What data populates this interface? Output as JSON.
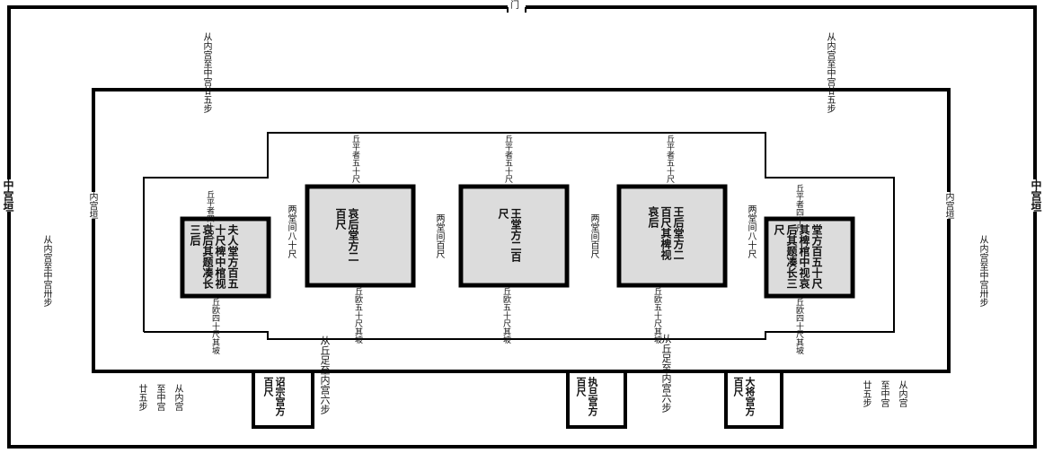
{
  "labels": {
    "outer_left": "中宫垣",
    "outer_right": "中宫垣",
    "inner_left": "内宫垣",
    "inner_right": "内宫垣",
    "men": "门",
    "pos_left_a": "从内宫",
    "pos_left_b": "至中宫",
    "pos_left_c": "廿五步",
    "pos_right_a": "从内宫",
    "pos_right_b": "至中宫",
    "pos_right_c": "廿五步",
    "top_left_a": "从内宫至中宫廿五步",
    "top_right_a": "从内宫至中宫廿五步",
    "side_left": "从内宫至中宫卅步",
    "side_right": "从内宫至中宫卅步",
    "gap_a": "两堂间八十尺",
    "gap_b": "两堂间百尺",
    "gap_c": "两堂间百尺",
    "gap_d": "两堂间八十尺",
    "note_a": "从丘足至内宫六步",
    "note_b": "从丘足至内宫六步"
  },
  "halls": [
    {
      "id": "hall-1",
      "text": "夫人堂方百五十尺椑中棺视哀后其题凑长三后"
    },
    {
      "id": "hall-2",
      "text": "哀后堂方二百尺"
    },
    {
      "id": "hall-3",
      "text": "王堂方二百尺"
    },
    {
      "id": "hall-4",
      "text": "王后堂方二百尺其椑视哀后"
    },
    {
      "id": "hall-5",
      "text": "堂方百五十尺其椑棺中视哀后其题凑长三尺"
    }
  ],
  "annexes": [
    {
      "id": "annex-1",
      "text": "诏宗宫方百尺"
    },
    {
      "id": "annex-2",
      "text": "执旦宫方百尺"
    },
    {
      "id": "annex-3",
      "text": "大将宫方百尺"
    }
  ],
  "small_notes": {
    "n1": "丘平者四十尺",
    "n2": "丘平者五十尺",
    "n3": "丘平者五十尺",
    "n4": "丘平者五十尺",
    "n5": "丘平者四十尺",
    "n6": "丘欧四十尺其坡",
    "n7": "丘欧五十尺其坡",
    "n8": "丘欧五十尺其坡",
    "n9": "丘欧五十尺其坡",
    "n10": "丘欧四十尺其坡"
  }
}
